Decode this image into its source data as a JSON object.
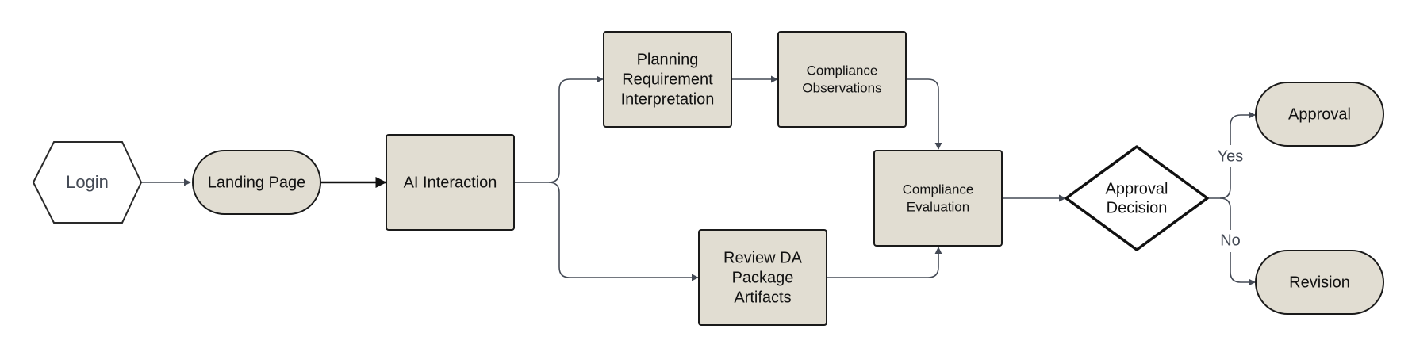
{
  "colors": {
    "node_fill": "#e1ddd2",
    "node_stroke": "#1a1a1a",
    "edge": "#444a55",
    "start_fill": "#ffffff",
    "start_stroke": "#2a2a2a",
    "start_text": "#444a55"
  },
  "nodes": {
    "login": {
      "label": "Login",
      "shape": "hexagon"
    },
    "landing": {
      "label": "Landing Page",
      "shape": "stadium"
    },
    "ai": {
      "label": "AI Interaction",
      "shape": "rectangle"
    },
    "planning": {
      "label": "Planning Requirement Interpretation",
      "shape": "rectangle"
    },
    "observations": {
      "label": "Compliance Observations",
      "shape": "rectangle"
    },
    "review": {
      "label": "Review DA Package Artifacts",
      "shape": "rectangle"
    },
    "evaluation": {
      "label": "Compliance Evaluation",
      "shape": "rectangle"
    },
    "decision": {
      "label": "Approval Decision",
      "shape": "diamond"
    },
    "approval": {
      "label": "Approval",
      "shape": "stadium"
    },
    "revision": {
      "label": "Revision",
      "shape": "stadium"
    }
  },
  "edges": {
    "yes": {
      "label": "Yes"
    },
    "no": {
      "label": "No"
    }
  }
}
